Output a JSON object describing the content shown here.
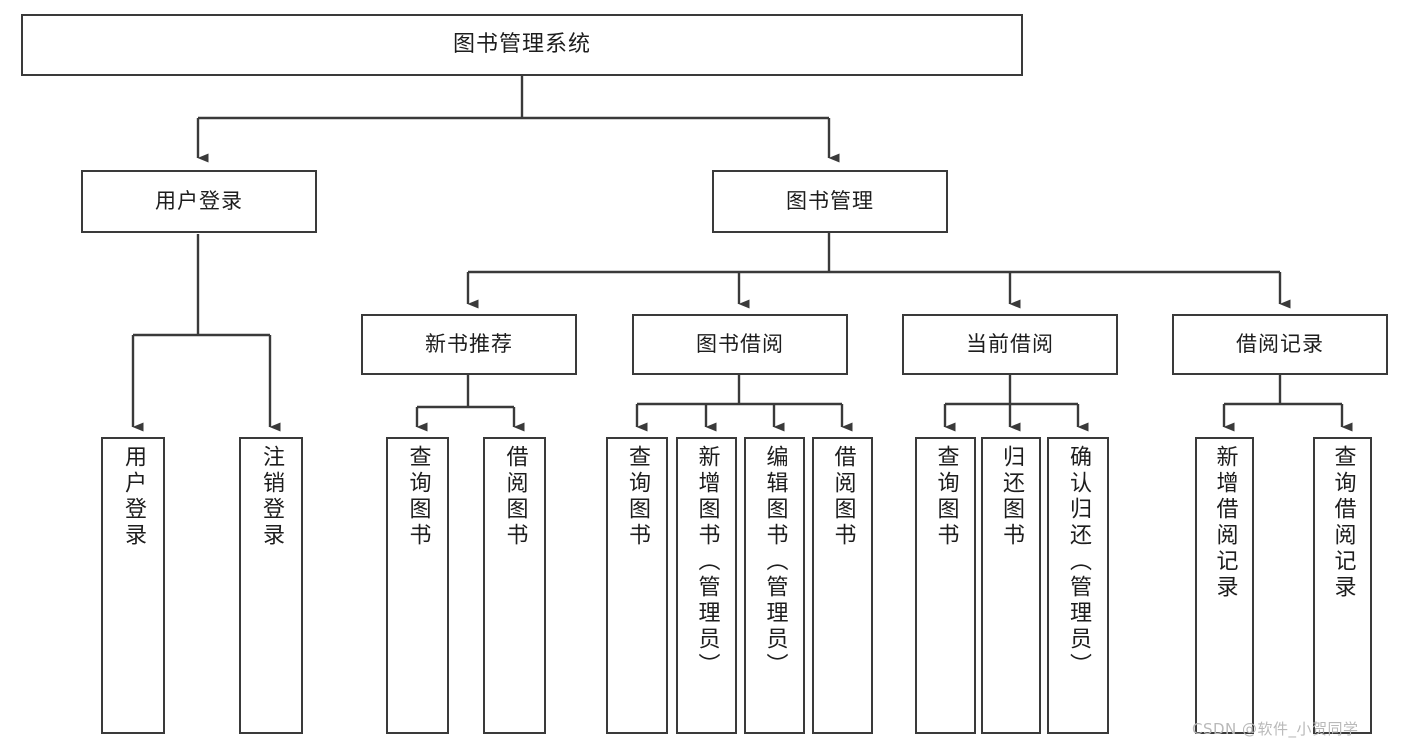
{
  "diagram": {
    "title": "图书管理系统",
    "type": "tree",
    "watermark": "CSDN @软件_小贺同学",
    "colors": {
      "background": "#ffffff",
      "box_border": "#3a3a3a",
      "box_fill": "#ffffff",
      "connector": "#3a3a3a",
      "text": "#1d1d1d",
      "watermark": "#b9b9b9"
    },
    "nodes": {
      "root": {
        "label": "图书管理系统"
      },
      "level2": [
        {
          "label": "用户登录"
        },
        {
          "label": "图书管理"
        }
      ],
      "level3": [
        {
          "label": "新书推荐"
        },
        {
          "label": "图书借阅"
        },
        {
          "label": "当前借阅"
        },
        {
          "label": "借阅记录"
        }
      ],
      "leaves": {
        "user_login": [
          {
            "label": "用户登录"
          },
          {
            "label": "注销登录"
          }
        ],
        "new_book": [
          {
            "label": "查询图书"
          },
          {
            "label": "借阅图书"
          }
        ],
        "book_borrow": [
          {
            "label": "查询图书"
          },
          {
            "label": "新增图书（管理员）"
          },
          {
            "label": "编辑图书（管理员）"
          },
          {
            "label": "借阅图书"
          }
        ],
        "current_borrow": [
          {
            "label": "查询图书"
          },
          {
            "label": "归还图书"
          },
          {
            "label": "确认归还（管理员）"
          }
        ],
        "borrow_record": [
          {
            "label": "新增借阅记录"
          },
          {
            "label": "查询借阅记录"
          }
        ]
      }
    }
  }
}
